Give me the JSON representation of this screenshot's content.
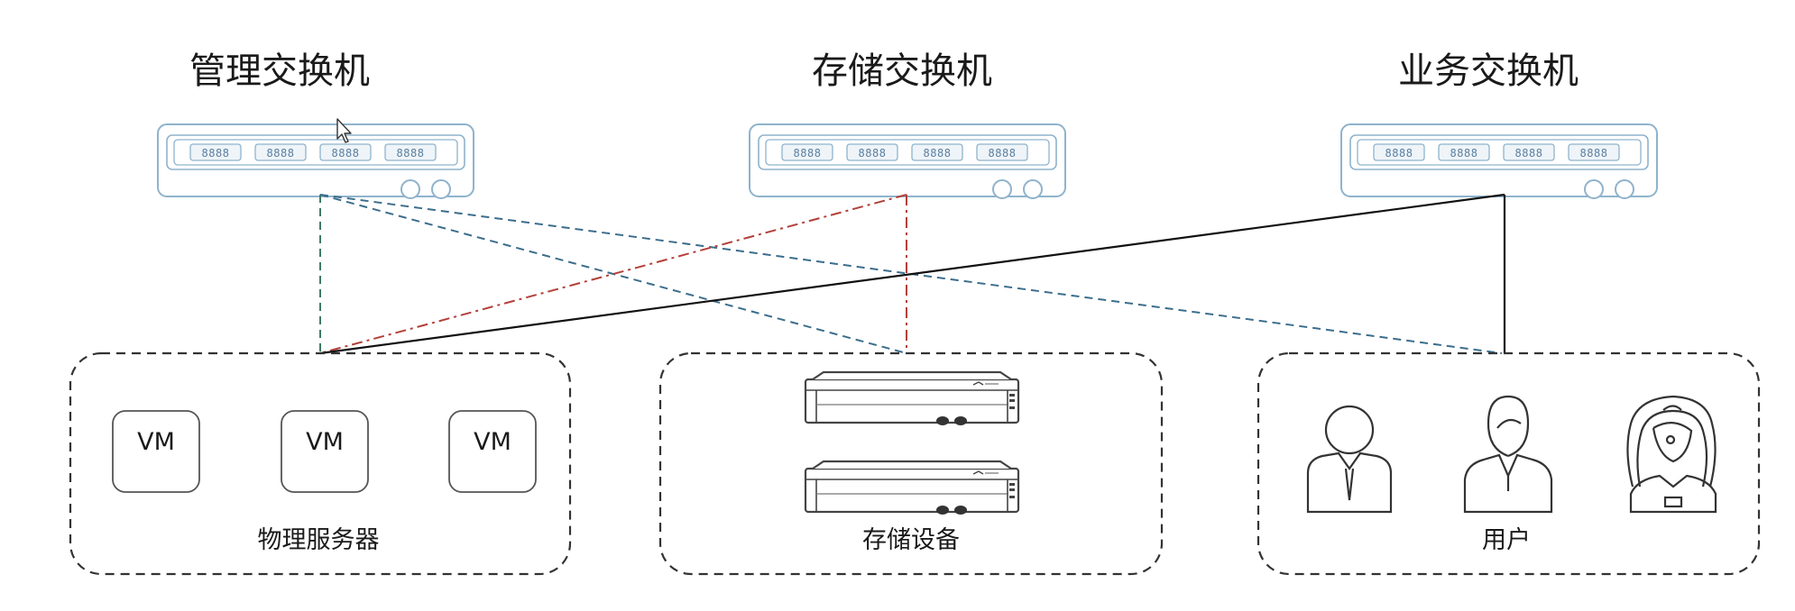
{
  "switches": {
    "management": {
      "title": "管理交换机",
      "port_label": "8888"
    },
    "storage": {
      "title": "存储交换机",
      "port_label": "8888"
    },
    "business": {
      "title": "业务交换机",
      "port_label": "8888"
    }
  },
  "groups": {
    "physical_servers": {
      "label": "物理服务器",
      "vms": [
        "VM",
        "VM",
        "VM"
      ]
    },
    "storage_devices": {
      "label": "存储设备"
    },
    "users": {
      "label": "用户"
    }
  },
  "links": [
    {
      "from": "管理交换机",
      "to": "物理服务器",
      "style": "dashed",
      "color": "#3f7a63"
    },
    {
      "from": "管理交换机",
      "to": "存储设备",
      "style": "dashed",
      "color": "#3c6e8c"
    },
    {
      "from": "管理交换机",
      "to": "用户",
      "style": "dashed",
      "color": "#3c6e8c"
    },
    {
      "from": "存储交换机",
      "to": "物理服务器",
      "style": "dash-dot",
      "color": "#b3403a"
    },
    {
      "from": "存储交换机",
      "to": "存储设备",
      "style": "dash-dot",
      "color": "#b3403a"
    },
    {
      "from": "业务交换机",
      "to": "物理服务器",
      "style": "solid",
      "color": "#111111"
    },
    {
      "from": "业务交换机",
      "to": "用户",
      "style": "solid",
      "color": "#111111"
    }
  ],
  "colors": {
    "switch_outline": "#8fb3cc",
    "group_border": "#333333",
    "vm_border": "#555555"
  },
  "icons": [
    "switch-icon",
    "storage-array-icon",
    "male-user-icon",
    "female-user-icon",
    "support-agent-icon",
    "mouse-cursor-icon"
  ]
}
